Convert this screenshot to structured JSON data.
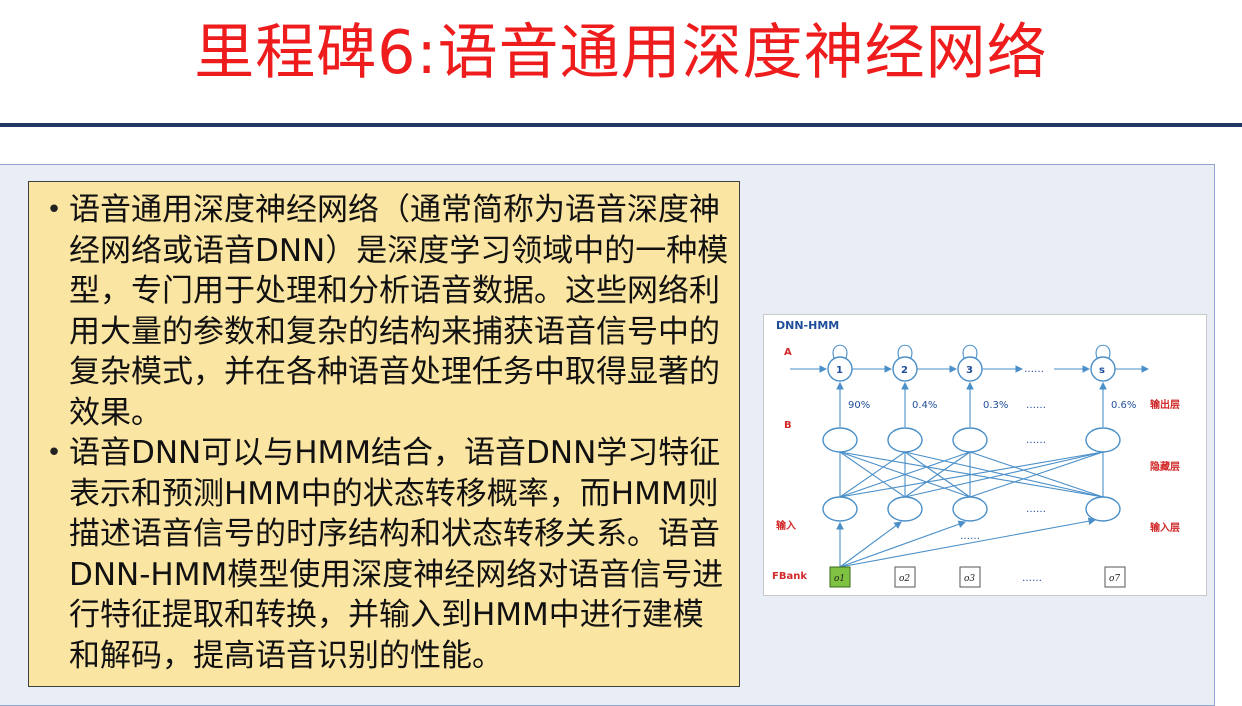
{
  "slide": {
    "title": "里程碑6:语音通用深度神经网络",
    "bullets": [
      "语音通用深度神经网络（通常简称为语音深度神经网络或语音DNN）是深度学习领域中的一种模型，专门用于处理和分析语音数据。这些网络利用大量的参数和复杂的结构来捕获语音信号中的复杂模式，并在各种语音处理任务中取得显著的效果。",
      "语音DNN可以与HMM结合，语音DNN学习特征表示和预测HMM中的状态转移概率，而HMM则描述语音信号的时序结构和状态转移关系。语音DNN-HMM模型使用深度神经网络对语音信号进行特征提取和转换，并输入到HMM中进行建模和解码，提高语音识别的性能。"
    ]
  },
  "figure": {
    "title": "DNN-HMM",
    "label_a": "A",
    "label_b": "B",
    "label_input": "输入",
    "label_fbank": "FBank",
    "states": [
      "1",
      "2",
      "3",
      "s"
    ],
    "state_ellipsis": "……",
    "probs": [
      "90%",
      "0.4%",
      "0.3%",
      "……",
      "0.6%"
    ],
    "layer_output": "输出层",
    "layer_hidden": "隐藏层",
    "layer_input": "输入层",
    "hidden_ellipsis": "……",
    "input_ellipsis": "……",
    "mid_ellipsis": "……",
    "frames": [
      "o1",
      "o2",
      "o3",
      "o7"
    ],
    "frame_ellipsis": "……",
    "colors": {
      "accent": "#4a8fc8",
      "highlight_frame": "#7fc241",
      "label_red": "#d12a2a"
    }
  }
}
